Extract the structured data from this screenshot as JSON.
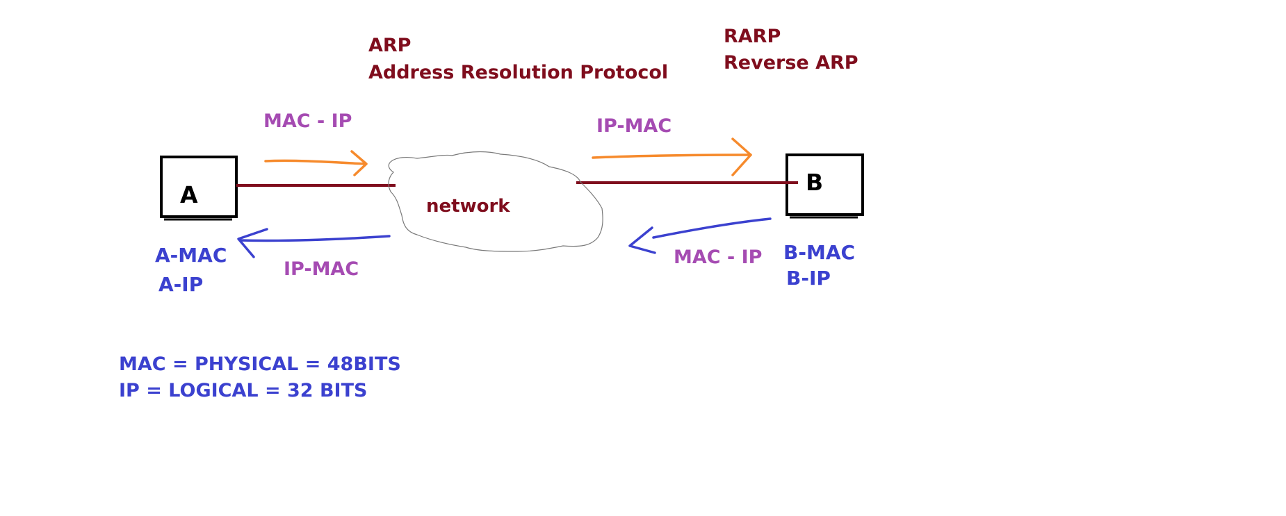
{
  "colors": {
    "dark_red": "#7f0d1d",
    "purple": "#a54bb2",
    "blue": "#3b41cf",
    "orange": "#f68a2c",
    "arrow_blue": "#3b41cf",
    "black": "#000000"
  },
  "arp": {
    "title": "ARP",
    "subtitle": "Address Resolution Protocol"
  },
  "rarp": {
    "title": "RARP",
    "subtitle": "Reverse ARP"
  },
  "host_a": {
    "label": "A",
    "mac": "A-MAC",
    "ip": "A-IP"
  },
  "host_b": {
    "label": "B",
    "mac": "B-MAC",
    "ip": "B-IP"
  },
  "network": {
    "label": "network"
  },
  "flows": {
    "a_out": "MAC - IP",
    "a_in": "IP-MAC",
    "b_in": "IP-MAC",
    "b_out": "MAC - IP"
  },
  "notes": {
    "mac_line": "MAC = PHYSICAL = 48BITS",
    "ip_line": "IP = LOGICAL = 32 BITS"
  }
}
